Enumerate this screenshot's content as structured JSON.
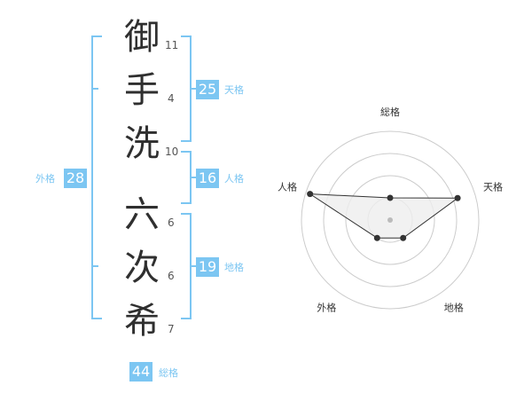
{
  "name": {
    "characters": [
      {
        "char": "御",
        "strokes": "11"
      },
      {
        "char": "手",
        "strokes": "4"
      },
      {
        "char": "洗",
        "strokes": "10"
      },
      {
        "char": "六",
        "strokes": "6"
      },
      {
        "char": "次",
        "strokes": "6"
      },
      {
        "char": "希",
        "strokes": "7"
      }
    ]
  },
  "kaku": {
    "tenkaku": {
      "value": "25",
      "label": "天格"
    },
    "jinkaku": {
      "value": "16",
      "label": "人格"
    },
    "chikaku": {
      "value": "19",
      "label": "地格"
    },
    "gaikaku": {
      "value": "28",
      "label": "外格"
    },
    "soukaku": {
      "value": "44",
      "label": "総格"
    }
  },
  "colors": {
    "accent": "#7cc6f2",
    "text": "#2f2f2f",
    "radar_fill": "#eeeeee",
    "radar_line": "#333333",
    "grid": "#cccccc"
  },
  "chart_data": {
    "type": "radar",
    "axes": [
      "総格",
      "天格",
      "地格",
      "外格",
      "人格"
    ],
    "values": [
      0.25,
      0.8,
      0.25,
      0.25,
      0.95
    ],
    "max": 1,
    "rings": 4
  }
}
